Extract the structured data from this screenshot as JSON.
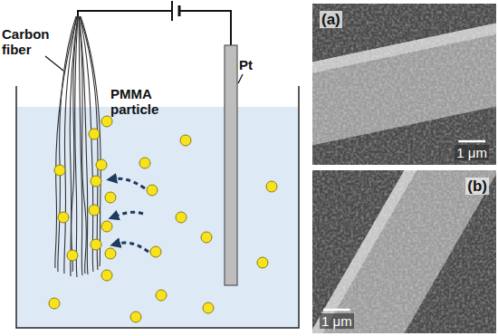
{
  "diagram": {
    "nodes": [
      {
        "text": [
          "(a)",
          "1 μm"
        ]
      },
      {
        "text": [
          "(b)",
          "1 μm"
        ]
      }
    ],
    "labels": [
      "Carbon fiber",
      "Pt",
      "PMMA particle"
    ]
  }
}
